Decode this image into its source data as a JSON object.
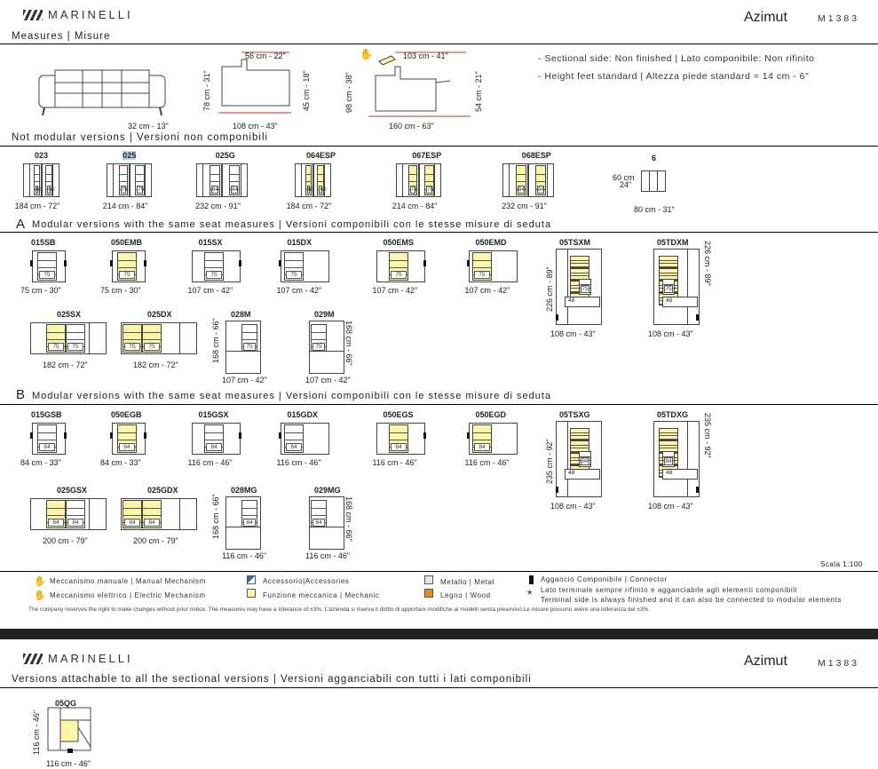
{
  "colors": {
    "mechanism_yellow": "#fbf5a8",
    "wood": "#e78a1d",
    "metal": "#e6e6e6",
    "connector": "#111111",
    "accessory": "#2a6ea8",
    "line_red": "#c0392b"
  },
  "page1": {
    "brand": "MARINELLI",
    "product": "Azimut",
    "code": "M1383",
    "heading": "Measures | Misure",
    "dims": {
      "width_seat": "32 cm - 13\"",
      "depth_top": "56 cm - 22\"",
      "height_left": "78 cm - 31\"",
      "seat_h": "45 cm - 18\"",
      "depth_bottom": "108 cm - 43\"",
      "recl_top": "103 cm - 41\"",
      "recl_height": "98 cm - 38\"",
      "leg_h": "54 cm - 21\"",
      "recl_depth": "160 cm - 63\""
    },
    "notes": [
      "- Sectional side: Non finished | Lato componibile: Non rifinito",
      "- Height feet standard | Altezza piede standard  = 14 cm - 6\""
    ],
    "not_modular_title": "Not modular versions | Versioni non componibili",
    "not_modular": [
      {
        "code": "023",
        "size": "184 cm - 72\"",
        "seats": [
          "60",
          "60"
        ]
      },
      {
        "code": "025",
        "size": "214 cm - 84\"",
        "seats": [
          "75",
          "75"
        ]
      },
      {
        "code": "025G",
        "size": "232 cm - 91\"",
        "seats": [
          "84",
          "84"
        ]
      },
      {
        "code": "064ESP",
        "size": "184 cm - 72\"",
        "seats": [
          "60",
          "60"
        ]
      },
      {
        "code": "067ESP",
        "size": "214 cm - 84\"",
        "seats": [
          "75",
          "75"
        ]
      },
      {
        "code": "068ESP",
        "size": "232 cm - 91\"",
        "seats": [
          "84",
          "84"
        ]
      },
      {
        "code": "6",
        "size": "80 cm - 31\"",
        "side": "60 cm",
        "side2": "24\""
      }
    ],
    "section_a_letter": "A",
    "section_a_title": "Modular versions with the same seat measures | Versioni componibili con le stesse misure di seduta",
    "section_a": [
      {
        "code": "015SB",
        "size": "75 cm - 30\"",
        "seat": "75"
      },
      {
        "code": "050EMB",
        "size": "75 cm - 30\"",
        "seat": "75"
      },
      {
        "code": "015SX",
        "size": "107 cm - 42\"",
        "seat": "75"
      },
      {
        "code": "015DX",
        "size": "107 cm - 42\"",
        "seat": "75"
      },
      {
        "code": "050EMS",
        "size": "107 cm - 42\"",
        "seat": "75"
      },
      {
        "code": "050EMD",
        "size": "107 cm - 42\"",
        "seat": "75"
      },
      {
        "code": "05TSXM",
        "size": "108 cm - 43\"",
        "vsize": "226 cm - 89\"",
        "seat": "75",
        "seat2": "48"
      },
      {
        "code": "05TDXM",
        "size": "108 cm - 43\"",
        "vsize": "226 cm - 89\"",
        "seat": "75",
        "seat2": "48"
      },
      {
        "code": "025SX",
        "size": "182 cm - 72\"",
        "seats": [
          "75",
          "75"
        ]
      },
      {
        "code": "025DX",
        "size": "182 cm - 72\"",
        "seats": [
          "75",
          "75"
        ]
      },
      {
        "code": "028M",
        "size": "107 cm - 42\"",
        "vsize": "168 cm - 66\"",
        "seat": "75"
      },
      {
        "code": "029M",
        "size": "107 cm - 42\"",
        "vsize": "168 cm - 66\"",
        "seat": "75"
      }
    ],
    "section_b_letter": "B",
    "section_b_title": "Modular versions with the same seat measures | Versioni componibili con le stesse misure di seduta",
    "section_b": [
      {
        "code": "015GSB",
        "size": "84 cm - 33\"",
        "seat": "84"
      },
      {
        "code": "050EGB",
        "size": "84 cm - 33\"",
        "seat": "84"
      },
      {
        "code": "015GSX",
        "size": "116 cm - 46\"",
        "seat": "84"
      },
      {
        "code": "015GDX",
        "size": "116 cm - 46\"",
        "seat": "84"
      },
      {
        "code": "050EGS",
        "size": "116 cm - 46\"",
        "seat": "84"
      },
      {
        "code": "050EGD",
        "size": "116 cm - 46\"",
        "seat": "84"
      },
      {
        "code": "05TSXG",
        "size": "108 cm - 43\"",
        "vsize": "235 cm - 92\"",
        "seat": "84",
        "seat2": "48"
      },
      {
        "code": "05TDXG",
        "size": "108 cm - 43\"",
        "vsize": "235 cm - 92\"",
        "seat": "84",
        "seat2": "48"
      },
      {
        "code": "025GSX",
        "size": "200 cm - 79\"",
        "seats": [
          "84",
          "84"
        ]
      },
      {
        "code": "025GDX",
        "size": "200 cm - 79\"",
        "seats": [
          "84",
          "84"
        ]
      },
      {
        "code": "028MG",
        "size": "116 cm - 46\"",
        "vsize": "168 cm - 66\"",
        "seat": "84"
      },
      {
        "code": "029MG",
        "size": "116 cm - 46\"",
        "vsize": "168 cm - 66\"",
        "seat": "84"
      }
    ],
    "scale": "Scala 1:100",
    "legend": {
      "manual": "Meccanismo manuale | Manual Mechanism",
      "electric": "Meccanismo elettrico | Electric Mechanism",
      "accessory": "Accessorio|Accessories",
      "mechanic": "Funzione meccanica | Mechanic",
      "metal": "Metallo | Metal",
      "wood": "Legno | Wood",
      "connector": "Aggancio Componibile | Connector",
      "terminal_it": "Lato terminale sempre rifinito e agganciabile agli elementi componibili",
      "terminal_en": "Terminal side is always finished and it can also be connected to modular elements"
    },
    "disclaimer": "The company reserves the right to make changes without prior notice. The measures may have a tolerance of ±3%. L'azienda si riserva il diritto di apportare modifiche ai modelli senza preavviso.Le misure possono avere una tolleranza del ±3%."
  },
  "page2": {
    "brand": "MARINELLI",
    "product": "Azimut",
    "code": "M1383",
    "heading": "Versions attachable to all the sectional versions | Versioni agganciabili con tutti i lati componibili",
    "item": {
      "code": "05QG",
      "vsize": "116 cm - 46\"",
      "size": "116 cm - 46\""
    }
  }
}
